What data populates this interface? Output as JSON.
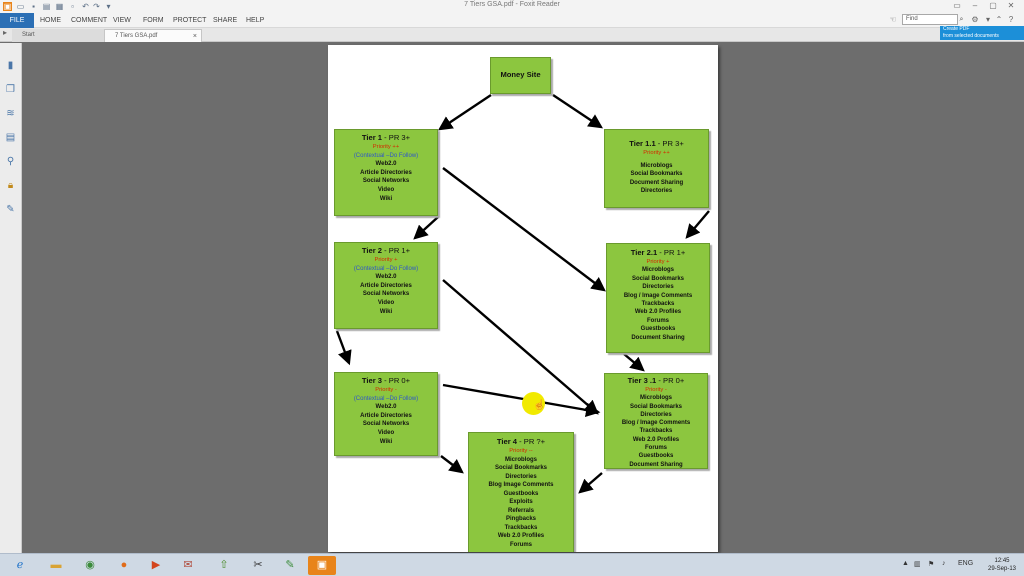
{
  "window": {
    "title": "7 Tiers GSA.pdf - Foxit Reader"
  },
  "menus": [
    "HOME",
    "COMMENT",
    "VIEW",
    "FORM",
    "PROTECT",
    "SHARE",
    "HELP"
  ],
  "file_menu": "FILE",
  "find": {
    "placeholder": "Find"
  },
  "tabs": {
    "start": "Start",
    "doc": "7 Tiers GSA.pdf",
    "close": "×"
  },
  "notify": {
    "line1": "Create PDF",
    "line2": "from selected documents"
  },
  "diagram": {
    "money": {
      "title": "Money Site"
    },
    "t1": {
      "title": "Tier 1",
      "pr": " - PR 3+",
      "priority": "Priority ++",
      "context": "(Contextual –Do Follow)",
      "items": [
        "Web2.0",
        "Article Directories",
        "Social Networks",
        "Video",
        "Wiki"
      ]
    },
    "t11": {
      "title": "Tier 1.1",
      "pr": " - PR 3+",
      "priority": "Priority ++",
      "items": [
        "Microblogs",
        "Social Bookmarks",
        "Document Sharing",
        "Directories"
      ]
    },
    "t2": {
      "title": "Tier 2",
      "pr": " - PR 1+",
      "priority": "Priority +",
      "context": "(Contextual –Do Follow)",
      "items": [
        "Web2.0",
        "Article Directories",
        "Social Networks",
        "Video",
        "Wiki"
      ]
    },
    "t21": {
      "title": "Tier 2.1",
      "pr": " - PR 1+",
      "priority": "Priority +",
      "items": [
        "Microblogs",
        "Social Bookmarks",
        "Directories",
        "Blog  /  Image  Comments",
        "Trackbacks",
        "Web 2.0 Profiles",
        "Forums",
        "Guestbooks",
        "Document Sharing"
      ]
    },
    "t3": {
      "title": "Tier 3",
      "pr": " - PR 0+",
      "priority": "Priority -",
      "context": "(Contextual –Do Follow)",
      "items": [
        "Web2.0",
        "Article Directories",
        "Social Networks",
        "Video",
        "Wiki"
      ]
    },
    "t31": {
      "title": "Tier 3 .1",
      "pr": " - PR 0+",
      "priority": "Priority -",
      "items": [
        "Microblogs",
        "Social Bookmarks",
        "Directories",
        "Blog / Image Comments",
        "Trackbacks",
        "Web 2.0 Profiles",
        "Forums",
        "Guestbooks",
        "Document Sharing"
      ]
    },
    "t4": {
      "title": "Tier 4",
      "pr": " - PR ?+",
      "priority": "Priority --",
      "items": [
        "Microblogs",
        "Social Bookmarks",
        "Directories",
        "Blog Image Comments",
        "Guestbooks",
        "Exploits",
        "Referrals",
        "Pingbacks",
        "Trackbacks",
        "Web 2.0 Profiles",
        "Forums"
      ]
    }
  },
  "taskbar": {
    "lang": "ENG",
    "time": "12:45",
    "date": "29-Sep-13"
  },
  "icons": {
    "app": "foxit-logo-icon",
    "open": "folder-open-icon",
    "save": "save-icon",
    "print": "print-icon",
    "undo": "undo-icon",
    "redo": "redo-icon",
    "sidebar": [
      "bookmark-icon",
      "pages-icon",
      "layers-icon",
      "comments-icon",
      "attachments-icon",
      "security-icon",
      "signature-icon"
    ],
    "taskbar": [
      "ie-icon",
      "explorer-icon",
      "chrome-icon",
      "firefox-icon",
      "media-player-icon",
      "app-icon",
      "upload-icon",
      "tool-icon",
      "editor-icon",
      "foxit-icon"
    ]
  }
}
